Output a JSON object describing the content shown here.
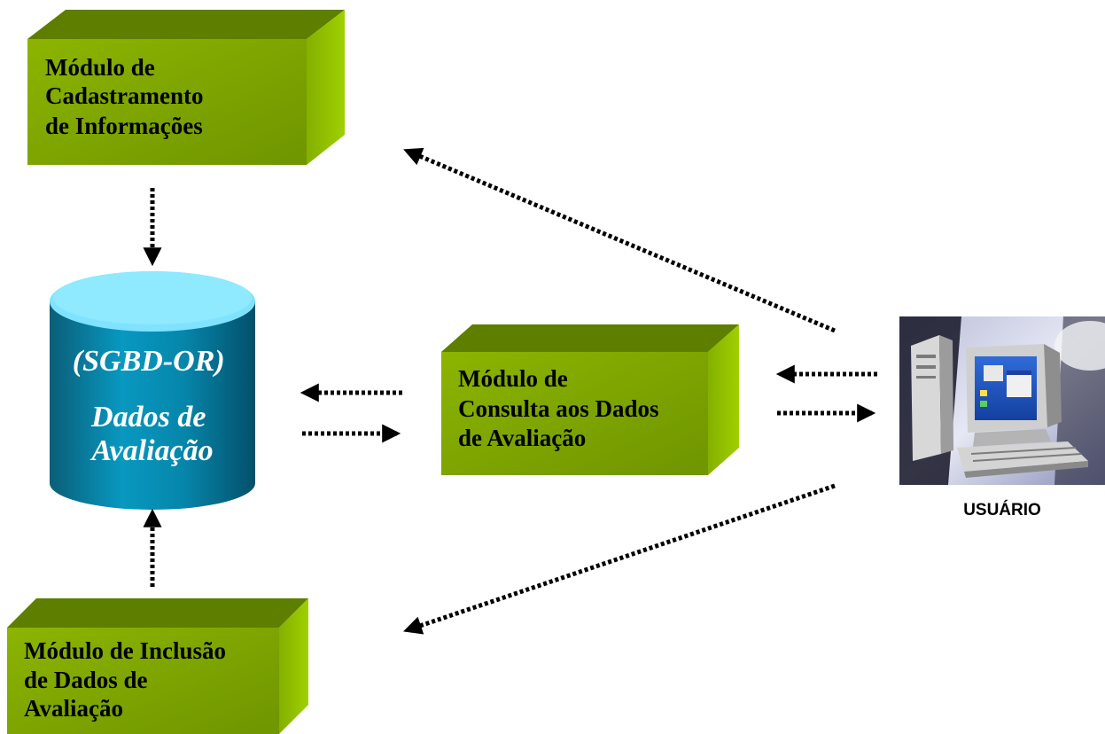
{
  "modules": {
    "cadastramento": {
      "lines": [
        "Módulo de",
        "Cadastramento",
        "de Informações"
      ]
    },
    "consulta": {
      "lines": [
        "Módulo de",
        "Consulta aos Dados",
        "de Avaliação"
      ]
    },
    "inclusao": {
      "lines": [
        "Módulo de Inclusão",
        "de Dados de",
        "Avaliação"
      ]
    }
  },
  "database": {
    "lines": [
      "(SGBD-OR)",
      "Dados de",
      "Avaliação"
    ]
  },
  "user": {
    "label": "USUÁRIO",
    "icon": "computer-workstation-icon"
  },
  "colors": {
    "box_front": "#7ea700",
    "box_top": "#5e7e00",
    "box_side": "#92c000",
    "db_body": "#0083a6",
    "db_top": "#7fe3ff",
    "arrow": "#000000"
  }
}
